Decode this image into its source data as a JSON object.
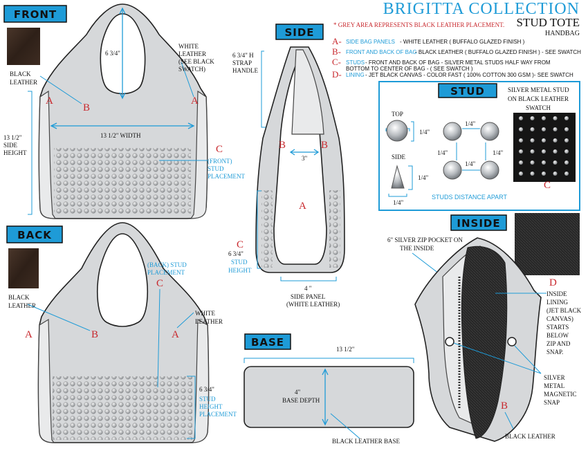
{
  "header": {
    "title": "BRIGITTA COLLECTION",
    "subtitle": "STUD TOTE",
    "category": "HANDBAG",
    "note": "* GREY AREA REPRESENTS BLACK LEATHER PLACEMENT."
  },
  "legend": [
    {
      "key": "A-",
      "text": "SIDE BAG PANELS",
      "rest": " - WHITE LEATHER ( BUFFALO GLAZED FINISH )"
    },
    {
      "key": "B-",
      "text": "FRONT AND BACK OF BAG",
      "rest": " - BLACK  LEATHER ( BUFFALO GLAZED FINISH ) - SEE SWATCH"
    },
    {
      "key": "C-",
      "text": "STUDS",
      "rest": " - FRONT AND BACK OF BAG - SILVER METAL STUDS HALF WAY FROM",
      "rest2": "BOTTOM TO CENTER OF BAG - ( SEE SWATCH )"
    },
    {
      "key": "D-",
      "text": "LINING",
      "rest": " - JET BLACK CANVAS - COLOR FAST ( 100% COTTON 300 GSM )- SEE SWATCH"
    }
  ],
  "views": {
    "front": "FRONT",
    "side": "SIDE",
    "back": "BACK",
    "base": "BASE",
    "inside": "INSIDE",
    "stud": "STUD"
  },
  "front": {
    "height_label": "6 3/4\"",
    "white_leather": [
      "WHITE",
      "LEATHER",
      "(SEE BLACK",
      "SWATCH)"
    ],
    "black_leather": [
      "BLACK",
      "LEATHER"
    ],
    "width": "13 1/2\" WIDTH",
    "side_height": [
      "13 1/2\"",
      "SIDE",
      "HEIGHT"
    ],
    "stud_placement": [
      "(FRONT)",
      "STUD",
      "PLACEMENT"
    ]
  },
  "side": {
    "strap": [
      "6 3/4\" H",
      "STRAP",
      "HANDLE"
    ],
    "strap_width": "3\"",
    "stud_height": [
      "6 3/4\"",
      "STUD",
      "HEIGHT"
    ],
    "panel_width": "4 \"",
    "panel": [
      "SIDE PANEL",
      "(WHITE LEATHER)"
    ]
  },
  "back": {
    "black_leather": [
      "BLACK",
      "LEATHER"
    ],
    "white_leather": [
      "WHITE",
      "LEATHER"
    ],
    "stud_placement": [
      "(BACK)  STUD",
      "PLACEMENT"
    ],
    "stud_height_value": "6 3/4\"",
    "stud_height": [
      "STUD",
      "HEIGHT",
      "PLACEMENT"
    ]
  },
  "base": {
    "width": "13 1/2\"",
    "depth": [
      "4\"",
      "BASE DEPTH"
    ],
    "material": "BLACK LEATHER BASE"
  },
  "stud": {
    "swatch_label": [
      "SILVER METAL STUD",
      "ON BLACK LEATHER",
      "SWATCH"
    ],
    "top": "TOP",
    "side": "SIDE",
    "dim": "1/4\"",
    "distance": "STUDS  DISTANCE APART"
  },
  "inside": {
    "zip": [
      "6\"  SILVER ZIP POCKET ON",
      "THE INSIDE"
    ],
    "lining": [
      "INSIDE",
      "LINING",
      "(JET BLACK",
      "CANVAS)",
      "STARTS",
      "BELOW",
      "ZIP AND",
      "SNAP."
    ],
    "snap": [
      "SILVER",
      "METAL",
      "MAGNETIC",
      "SNAP"
    ],
    "black_leather": "BLACK LEATHER"
  },
  "letters": {
    "a": "A",
    "b": "B",
    "c": "C",
    "d": "D"
  },
  "colors": {
    "accent": "#1e9bd7",
    "marker": "#c8282d",
    "panel": "#d6d8da",
    "leather": "#3a2a20"
  }
}
